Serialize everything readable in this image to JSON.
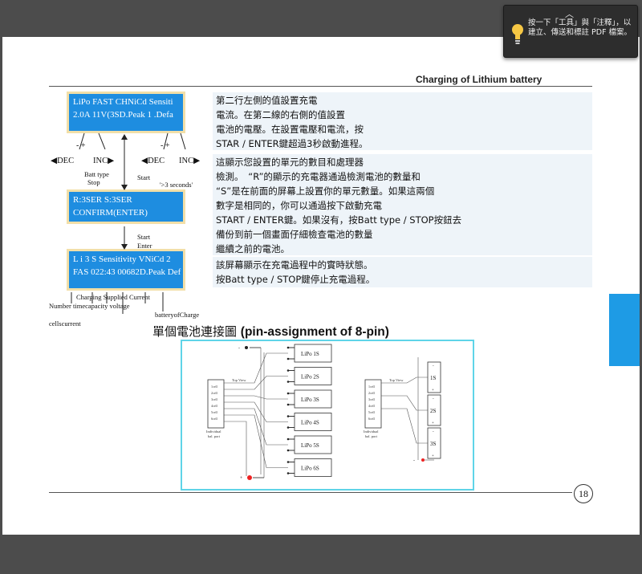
{
  "header": {
    "title": "Charging of Lithium battery"
  },
  "tooltip": {
    "text": "按一下「工具」與「注釋」，以建立、傳送和標註 PDF 檔案。"
  },
  "lcd1": {
    "line1": "LiPo FAST CHNiCd Sensiti",
    "line2": "2.0A 11V(3SD.Peak 1 .Defa"
  },
  "lcd2": {
    "line1": "R:3SER S:3SER",
    "line2": "CONFIRM(ENTER)"
  },
  "lcd3": {
    "line1": "L i 3 S Sensitivity VNiCd 2",
    "line2": "FAS 022:43 00682D.Peak Def"
  },
  "buttons": {
    "dec": "DEC",
    "inc": "INC",
    "minus_plus": "- +"
  },
  "labels": {
    "batt_type": "Batt type",
    "stop": "Stop",
    "start": "Start",
    "enter": "Enter",
    "three_seconds": "'>3 seconds'",
    "charging": "Charging",
    "supplied": "Supplied",
    "current": "Current",
    "number": "Number",
    "time": "time",
    "capacity": "capacity",
    "voltage": "voltage",
    "cells": "cells",
    "current2": "current",
    "battery": "battery",
    "of": "of",
    "charge": "Charge"
  },
  "desc1": [
    "第二行左側的值設置充電",
    "電流。在第二線的右側的值設置",
    "電池的電壓。在設置電壓和電流，按",
    "STAR / ENTER鍵超過3秒啟動進程。"
  ],
  "desc2": [
    "這顯示您設置的單元的數目和處理器",
    "檢測。　“R”的顯示的充電器通過檢測電池的數量和",
    "“S”是在前面的屏幕上設置你的單元數量。如果這兩個",
    "數字是相同的，你可以通過按下啟動充電",
    "START / ENTER鍵。如果沒有，按Batt type / STOP按鈕去",
    "備份到前一個畫面仔細檢查電池的數量",
    "繼續之前的電池。"
  ],
  "desc3": [
    "該屏幕顯示在充電過程中的實時狀態。",
    "按Batt type / STOP鍵停止充電過程。"
  ],
  "section": {
    "title_zh": "單個電池連接圖",
    "title_en": "(pin-assignment of 8-pin)"
  },
  "diagram": {
    "packs": [
      "LiPo 1S",
      "LiPo 2S",
      "LiPo 3S",
      "LiPo 4S",
      "LiPo 5S",
      "LiPo 6S"
    ],
    "top_view": "Top View",
    "individual": "Individual",
    "bal_port": "bal. port",
    "cells": [
      "1cell",
      "2cell",
      "3cell",
      "4cell",
      "5cell",
      "6cell"
    ],
    "series": [
      "1S",
      "2S",
      "3S"
    ]
  },
  "page_number": "18"
}
